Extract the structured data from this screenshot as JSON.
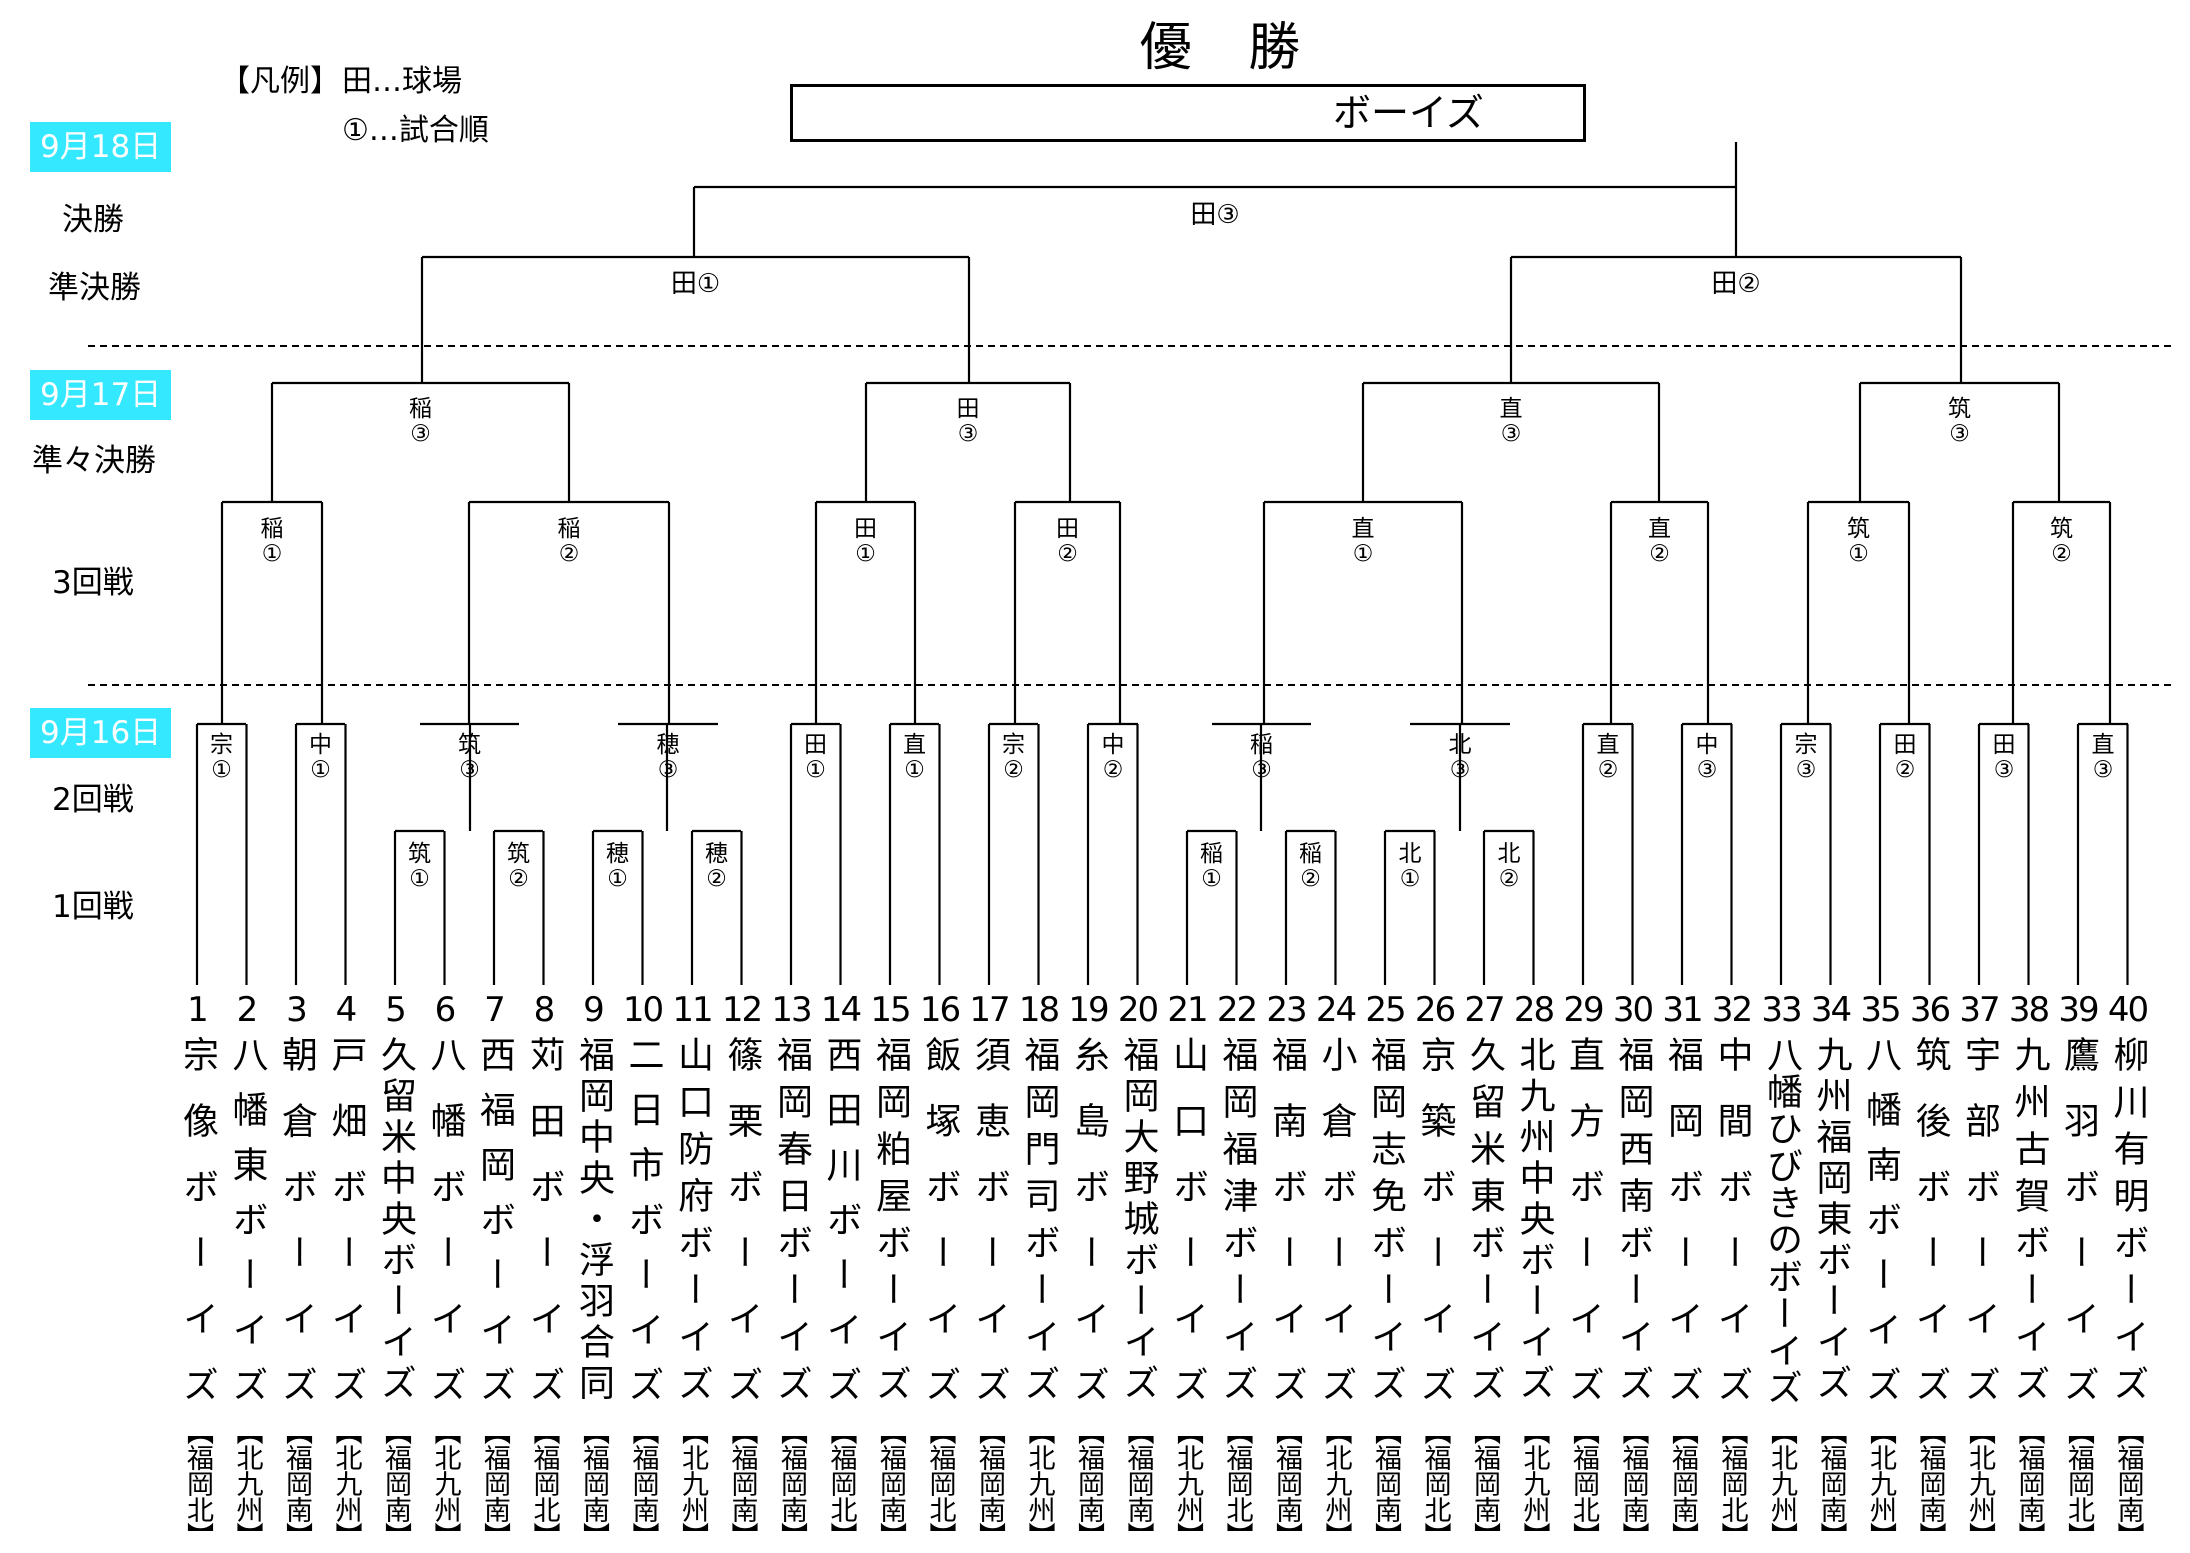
{
  "header": {
    "title": "優 勝",
    "winner": "ボーイズ",
    "legend": {
      "heading": "【凡例】",
      "line1": "田…球場",
      "line2": "①…試合順"
    }
  },
  "dates": [
    {
      "label": "9月18日"
    },
    {
      "label": "9月17日"
    },
    {
      "label": "9月16日"
    }
  ],
  "rounds": {
    "final": "決勝",
    "semifinal": "準決勝",
    "quarterfinal": "準々決勝",
    "round3": "3回戦",
    "round2": "2回戦",
    "round1": "1回戦"
  },
  "matches": {
    "final": "田③",
    "semi": [
      "田①",
      "田②"
    ],
    "quarter": [
      {
        "venue": "稲",
        "order": "③"
      },
      {
        "venue": "田",
        "order": "③"
      },
      {
        "venue": "直",
        "order": "③"
      },
      {
        "venue": "筑",
        "order": "③"
      }
    ],
    "r3": [
      {
        "venue": "稲",
        "order": "①"
      },
      {
        "venue": "稲",
        "order": "②"
      },
      {
        "venue": "田",
        "order": "①"
      },
      {
        "venue": "田",
        "order": "②"
      },
      {
        "venue": "直",
        "order": "①"
      },
      {
        "venue": "直",
        "order": "②"
      },
      {
        "venue": "筑",
        "order": "①"
      },
      {
        "venue": "筑",
        "order": "②"
      }
    ],
    "r2": [
      {
        "venue": "宗",
        "order": "①"
      },
      {
        "venue": "中",
        "order": "①"
      },
      {
        "venue": "筑",
        "order": "③"
      },
      {
        "venue": "穂",
        "order": "③"
      },
      {
        "venue": "田",
        "order": "①"
      },
      {
        "venue": "直",
        "order": "①"
      },
      {
        "venue": "宗",
        "order": "②"
      },
      {
        "venue": "中",
        "order": "②"
      },
      {
        "venue": "稲",
        "order": "③"
      },
      {
        "venue": "北",
        "order": "③"
      },
      {
        "venue": "直",
        "order": "②"
      },
      {
        "venue": "中",
        "order": "③"
      },
      {
        "venue": "宗",
        "order": "③"
      },
      {
        "venue": "田",
        "order": "②"
      },
      {
        "venue": "田",
        "order": "③"
      },
      {
        "venue": "直",
        "order": "③"
      }
    ],
    "r1": [
      {
        "venue": "筑",
        "order": "①"
      },
      {
        "venue": "筑",
        "order": "②"
      },
      {
        "venue": "穂",
        "order": "①"
      },
      {
        "venue": "穂",
        "order": "②"
      },
      {
        "venue": "稲",
        "order": "①"
      },
      {
        "venue": "稲",
        "order": "②"
      },
      {
        "venue": "北",
        "order": "①"
      },
      {
        "venue": "北",
        "order": "②"
      }
    ]
  },
  "teams": [
    {
      "num": "1",
      "name": "宗像ボーイズ",
      "region": "【福岡北】"
    },
    {
      "num": "2",
      "name": "八幡東ボーイズ",
      "region": "【北九州】"
    },
    {
      "num": "3",
      "name": "朝倉ボーイズ",
      "region": "【福岡南】"
    },
    {
      "num": "4",
      "name": "戸畑ボーイズ",
      "region": "【北九州】"
    },
    {
      "num": "5",
      "name": "久留米中央ボーイズ",
      "region": "【福岡南】"
    },
    {
      "num": "6",
      "name": "八幡ボーイズ",
      "region": "【北九州】"
    },
    {
      "num": "7",
      "name": "西福岡ボーイズ",
      "region": "【福岡南】"
    },
    {
      "num": "8",
      "name": "苅田ボーイズ",
      "region": "【福岡北】"
    },
    {
      "num": "9",
      "name": "福岡中央・浮羽合同",
      "region": "【福岡南】"
    },
    {
      "num": "10",
      "name": "二日市ボーイズ",
      "region": "【福岡南】"
    },
    {
      "num": "11",
      "name": "山口防府ボーイズ",
      "region": "【北九州】"
    },
    {
      "num": "12",
      "name": "篠栗ボーイズ",
      "region": "【福岡南】"
    },
    {
      "num": "13",
      "name": "福岡春日ボーイズ",
      "region": "【福岡南】"
    },
    {
      "num": "14",
      "name": "西田川ボーイズ",
      "region": "【福岡北】"
    },
    {
      "num": "15",
      "name": "福岡粕屋ボーイズ",
      "region": "【福岡南】"
    },
    {
      "num": "16",
      "name": "飯塚ボーイズ",
      "region": "【福岡北】"
    },
    {
      "num": "17",
      "name": "須恵ボーイズ",
      "region": "【福岡南】"
    },
    {
      "num": "18",
      "name": "福岡門司ボーイズ",
      "region": "【北九州】"
    },
    {
      "num": "19",
      "name": "糸島ボーイズ",
      "region": "【福岡南】"
    },
    {
      "num": "20",
      "name": "福岡大野城ボーイズ",
      "region": "【福岡南】"
    },
    {
      "num": "21",
      "name": "山口ボーイズ",
      "region": "【北九州】"
    },
    {
      "num": "22",
      "name": "福岡福津ボーイズ",
      "region": "【福岡北】"
    },
    {
      "num": "23",
      "name": "福南ボーイズ",
      "region": "【福岡南】"
    },
    {
      "num": "24",
      "name": "小倉ボーイズ",
      "region": "【北九州】"
    },
    {
      "num": "25",
      "name": "福岡志免ボーイズ",
      "region": "【福岡南】"
    },
    {
      "num": "26",
      "name": "京築ボーイズ",
      "region": "【福岡北】"
    },
    {
      "num": "27",
      "name": "久留米東ボーイズ",
      "region": "【福岡南】"
    },
    {
      "num": "28",
      "name": "北九州中央ボーイズ",
      "region": "【北九州】"
    },
    {
      "num": "29",
      "name": "直方ボーイズ",
      "region": "【福岡北】"
    },
    {
      "num": "30",
      "name": "福岡西南ボーイズ",
      "region": "【福岡南】"
    },
    {
      "num": "31",
      "name": "福岡ボーイズ",
      "region": "【福岡南】"
    },
    {
      "num": "32",
      "name": "中間ボーイズ",
      "region": "【福岡北】"
    },
    {
      "num": "33",
      "name": "八幡ひびきのボーイズ",
      "region": "【北九州】"
    },
    {
      "num": "34",
      "name": "九州福岡東ボーイズ",
      "region": "【福岡南】"
    },
    {
      "num": "35",
      "name": "八幡南ボーイズ",
      "region": "【北九州】"
    },
    {
      "num": "36",
      "name": "筑後ボーイズ",
      "region": "【福岡南】"
    },
    {
      "num": "37",
      "name": "宇部ボーイズ",
      "region": "【北九州】"
    },
    {
      "num": "38",
      "name": "九州古賀ボーイズ",
      "region": "【福岡南】"
    },
    {
      "num": "39",
      "name": "鷹羽ボーイズ",
      "region": "【福岡北】"
    },
    {
      "num": "40",
      "name": "柳川有明ボーイズ",
      "region": "【福岡南】"
    }
  ],
  "colors": {
    "date_badge": "#33e8ff",
    "line": "#000000",
    "background": "#ffffff"
  }
}
